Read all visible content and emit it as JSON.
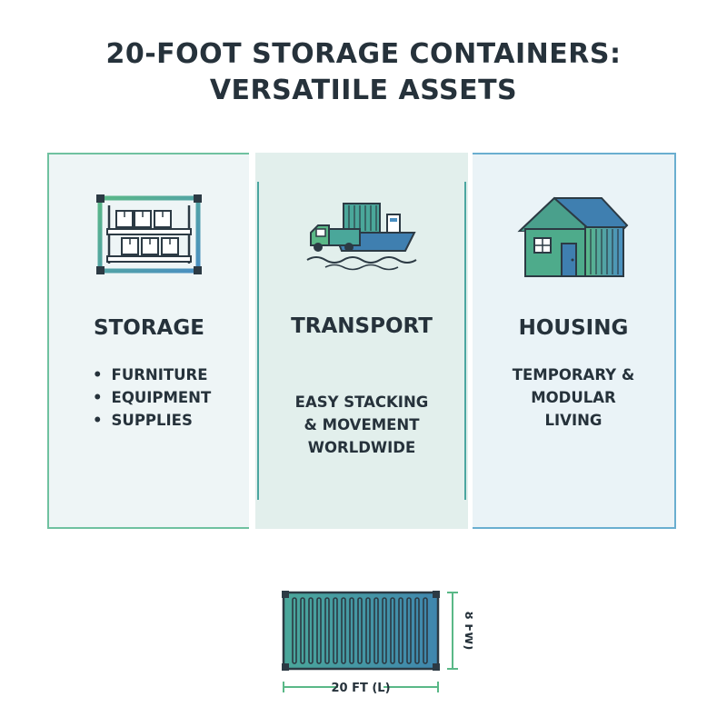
{
  "title": {
    "line1": "20-Foot Storage Containers:",
    "line2": "Versatiile Assets"
  },
  "panels": [
    {
      "heading": "Storage",
      "icon": "warehouse-shelving-icon",
      "items": [
        "Furniture",
        "Equipment",
        "Supplies"
      ]
    },
    {
      "heading": "Transport",
      "icon": "truck-and-ship-icon",
      "description": [
        "Easy Stacking",
        "& Movement",
        "Worldwide"
      ]
    },
    {
      "heading": "Housing",
      "icon": "container-house-icon",
      "description": [
        "Temporary &",
        "Modular",
        "Living"
      ]
    }
  ],
  "dimensions": {
    "length_label": "20 FT (L)",
    "width_label": "8 FW)"
  },
  "colors": {
    "teal": "#4ba6a0",
    "green": "#5cb88a",
    "blue": "#4a90c4",
    "text": "#26323b"
  }
}
